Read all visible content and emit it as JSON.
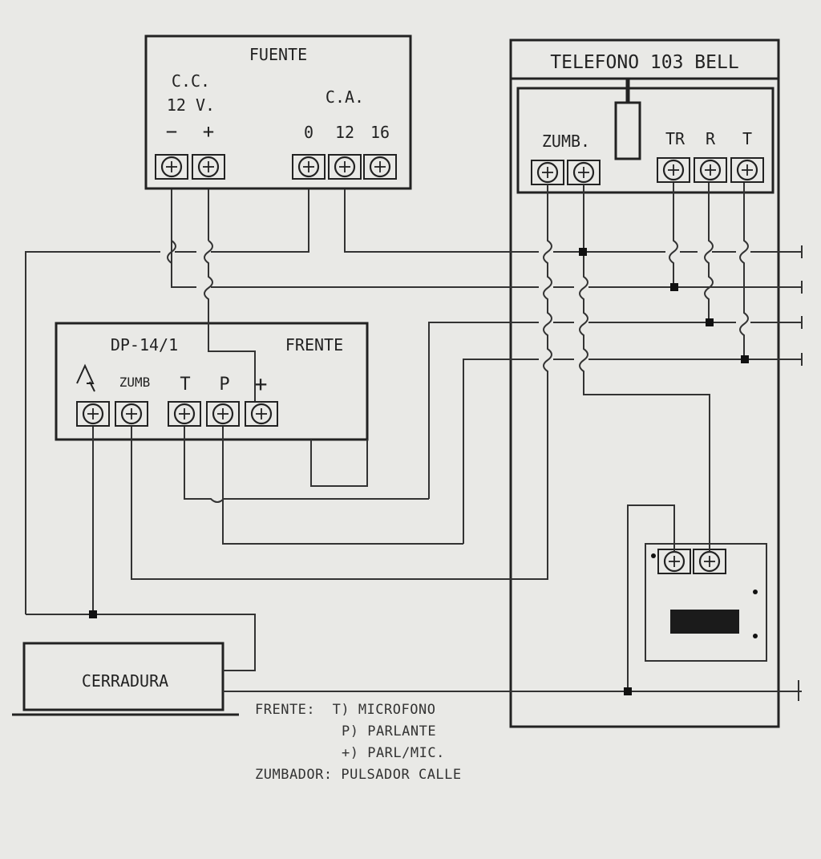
{
  "fuente": {
    "title": "FUENTE",
    "cc_label": "C.C.",
    "cc_voltage": "12 V.",
    "cc_minus": "−",
    "cc_plus": "+",
    "ca_label": "C.A.",
    "ca_terminals": [
      "0",
      "12",
      "16"
    ]
  },
  "telefono": {
    "title": "TELEFONO 103 BELL",
    "zumb_label": "ZUMB.",
    "terminals": [
      "TR",
      "R",
      "T"
    ]
  },
  "frente": {
    "model": "DP-14/1",
    "title": "FRENTE",
    "zumb_label": "ZUMB",
    "t_label": "T",
    "p_label": "P",
    "plus_label": "+"
  },
  "cerradura": {
    "label": "CERRADURA"
  },
  "legend": {
    "line1": "FRENTE:  T) MICROFONO",
    "line2": "P) PARLANTE",
    "line3": "+) PARL/MIC.",
    "line4": "ZUMBADOR: PULSADOR CALLE"
  },
  "colors": {
    "paper": "#e9e9e6",
    "ink": "#222222"
  }
}
